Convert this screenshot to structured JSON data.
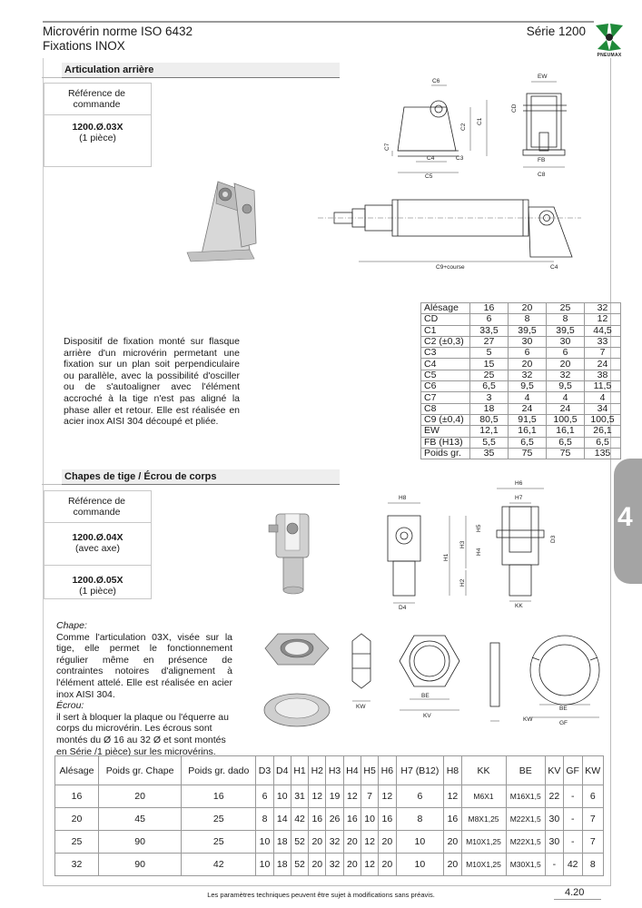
{
  "header": {
    "title_line1": "Microvérin norme ISO 6432",
    "title_line2": "Fixations INOX",
    "series": "Série 1200",
    "logo_text": "PNEUMAX"
  },
  "section1": {
    "title": "Articulation arrière",
    "ref_label": "Référence de commande",
    "ref_code": "1200.Ø.03X",
    "ref_qty": "(1 pièce)",
    "description": "Dispositif de fixation monté sur flasque arrière d'un microvérin permetant une fixation sur un plan soit perpendiculaire ou parallèle, avec la possibilité d'osciller ou de s'autoaligner avec l'élément accroché à la tige n'est pas aligné la phase aller et retour. Elle est réalisée en acier inox AISI 304 découpé et pliée.",
    "drawing_labels": {
      "c6": "C6",
      "cd": "CD",
      "c2": "C2",
      "c1": "C1",
      "c7": "C7",
      "c4": "C4",
      "c3": "C3",
      "c5": "C5",
      "ew": "EW",
      "fb": "FB",
      "c8": "C8",
      "c9": "C9+course",
      "c4b": "C4"
    },
    "table": [
      [
        "Alésage",
        "16",
        "20",
        "25",
        "32"
      ],
      [
        "CD",
        "6",
        "8",
        "8",
        "12"
      ],
      [
        "C1",
        "33,5",
        "39,5",
        "39,5",
        "44,5"
      ],
      [
        "C2 (±0,3)",
        "27",
        "30",
        "30",
        "33"
      ],
      [
        "C3",
        "5",
        "6",
        "6",
        "7"
      ],
      [
        "C4",
        "15",
        "20",
        "20",
        "24"
      ],
      [
        "C5",
        "25",
        "32",
        "32",
        "38"
      ],
      [
        "C6",
        "6,5",
        "9,5",
        "9,5",
        "11,5"
      ],
      [
        "C7",
        "3",
        "4",
        "4",
        "4"
      ],
      [
        "C8",
        "18",
        "24",
        "24",
        "34"
      ],
      [
        "C9 (±0,4)",
        "80,5",
        "91,5",
        "100,5",
        "100,5"
      ],
      [
        "EW",
        "12,1",
        "16,1",
        "16,1",
        "26,1"
      ],
      [
        "FB (H13)",
        "5,5",
        "6,5",
        "6,5",
        "6,5"
      ],
      [
        "Poids gr.",
        "35",
        "75",
        "75",
        "135"
      ]
    ]
  },
  "section2": {
    "title": "Chapes de tige / Écrou de corps",
    "ref_label": "Référence de commande",
    "ref1_code": "1200.Ø.04X",
    "ref1_qty": "(avec axe)",
    "ref2_code": "1200.Ø.05X",
    "ref2_qty": "(1 pièce)",
    "chape_title": "Chape:",
    "chape_text": "Comme l'articulation 03X, visée sur la tige, elle permet le fonctionnement régulier même en présence de contraintes notoires d'alignement à l'élément attelé. Elle est réalisée en acier inox AISI 304.",
    "ecrou_title": "Écrou:",
    "ecrou_text": "il sert à bloquer la plaque ou l'équerre au corps du microvérin. Les écrous sont montés du Ø 16 au 32 Ø et sont montés en Série /1 pièce) sur les microvérins.",
    "drawing_labels": {
      "h8": "H8",
      "h1": "H1",
      "h2": "H2",
      "h3": "H3",
      "h4": "H4",
      "h5": "H5",
      "h6": "H6",
      "h7": "H7",
      "d3": "D3",
      "d4": "D4",
      "kk": "KK",
      "kw": "KW",
      "be": "BE",
      "kv": "KV",
      "gf": "GF"
    },
    "table_headers": [
      "Alésage",
      "Poids gr. Chape",
      "Poids gr. dado",
      "D3",
      "D4",
      "H1",
      "H2",
      "H3",
      "H4",
      "H5",
      "H6",
      "H7 (B12)",
      "H8",
      "KK",
      "BE",
      "KV",
      "GF",
      "KW"
    ],
    "table_rows": [
      [
        "16",
        "20",
        "16",
        "6",
        "10",
        "31",
        "12",
        "19",
        "12",
        "7",
        "12",
        "6",
        "12",
        "M6X1",
        "M16X1,5",
        "22",
        "-",
        "6"
      ],
      [
        "20",
        "45",
        "25",
        "8",
        "14",
        "42",
        "16",
        "26",
        "16",
        "10",
        "16",
        "8",
        "16",
        "M8X1,25",
        "M22X1,5",
        "30",
        "-",
        "7"
      ],
      [
        "25",
        "90",
        "25",
        "10",
        "18",
        "52",
        "20",
        "32",
        "20",
        "12",
        "20",
        "10",
        "20",
        "M10X1,25",
        "M22X1,5",
        "30",
        "-",
        "7"
      ],
      [
        "32",
        "90",
        "42",
        "10",
        "18",
        "52",
        "20",
        "32",
        "20",
        "12",
        "20",
        "10",
        "20",
        "M10X1,25",
        "M30X1,5",
        "-",
        "42",
        "8"
      ]
    ]
  },
  "side_tab": "4",
  "footer": {
    "note": "Les paramètres techniques peuvent être sujet à modifications sans préavis.",
    "page": "4.20"
  }
}
